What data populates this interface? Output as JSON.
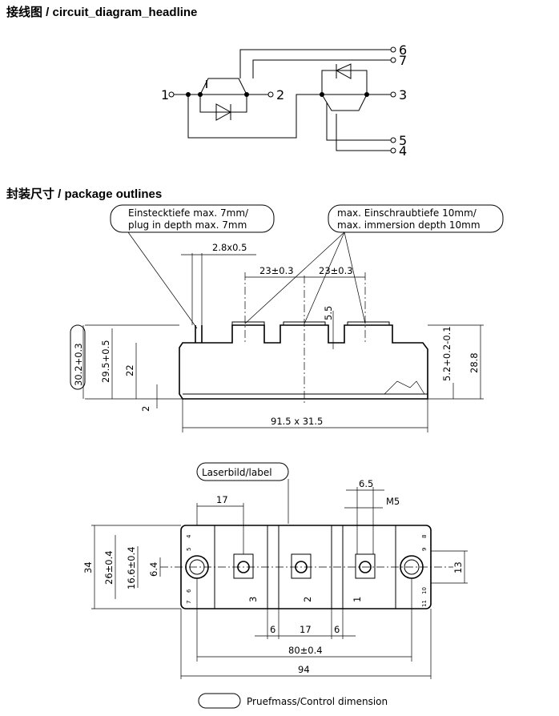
{
  "headings": {
    "circuit": "接线图 / circuit_diagram_headline",
    "package": "封装尺寸 / package outlines"
  },
  "circuit": {
    "pins": [
      "1",
      "2",
      "3",
      "4",
      "5",
      "6",
      "7"
    ]
  },
  "side_view": {
    "note_left_1": "Einstecktiefe max. 7mm/",
    "note_left_2": "plug in depth max. 7mm",
    "note_right_1": "max. Einschraubtiefe 10mm/",
    "note_right_2": "max. immersion depth 10mm",
    "dim_tab": "2.8x0.5",
    "dim_pitch_a": "23±0.3",
    "dim_pitch_b": "23±0.3",
    "dim_55": "5.5",
    "dim_302": "30.2+0.3",
    "dim_295": "29.5+0.5",
    "dim_22": "22",
    "dim_2": "2",
    "dim_52": "5.2+0.2-0.1",
    "dim_288": "28.8",
    "dim_base": "91.5 x 31.5"
  },
  "top_view": {
    "label_note": "Laserbild/label",
    "dim_17_top": "17",
    "dim_65": "6.5",
    "dim_m5": "M5",
    "dim_34": "34",
    "dim_26": "26±0.4",
    "dim_166": "16.6±0.4",
    "dim_64": "6.4",
    "dim_13": "13",
    "dim_6a": "6",
    "dim_17b": "17",
    "dim_6b": "6",
    "dim_80": "80±0.4",
    "dim_94": "94",
    "terminal_3": "3",
    "terminal_2": "2",
    "terminal_1": "1",
    "aux_4": "4",
    "aux_5": "5",
    "aux_6": "6",
    "aux_7": "7",
    "aux_8": "8",
    "aux_9": "9",
    "aux_10": "10",
    "aux_11": "11"
  },
  "legend": {
    "control_dimension": "Pruefmass/Control dimension"
  }
}
